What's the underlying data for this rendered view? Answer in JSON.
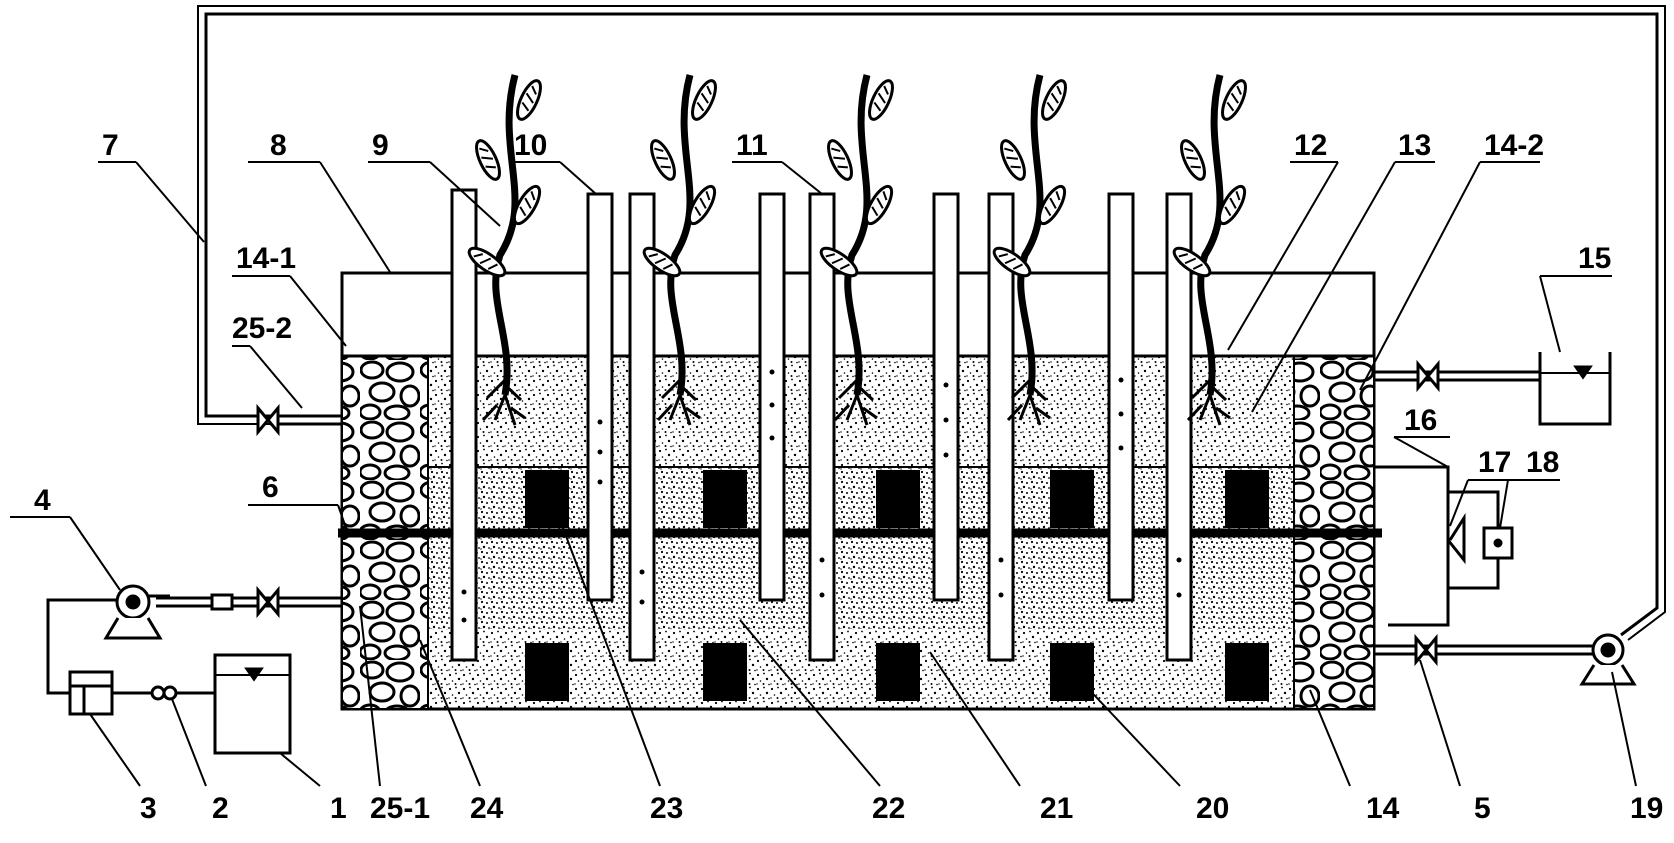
{
  "labels": {
    "n1": "1",
    "n2": "2",
    "n3": "3",
    "n4": "4",
    "n5": "5",
    "n6": "6",
    "n7": "7",
    "n8": "8",
    "n9": "9",
    "n10": "10",
    "n11": "11",
    "n12": "12",
    "n13": "13",
    "n14": "14",
    "n14_1": "14-1",
    "n14_2": "14-2",
    "n15": "15",
    "n16": "16",
    "n17": "17",
    "n18": "18",
    "n19": "19",
    "n20": "20",
    "n21": "21",
    "n22": "22",
    "n23": "23",
    "n24": "24",
    "n25_1": "25-1",
    "n25_2": "25-2"
  },
  "colors": {
    "line": "#000000",
    "background": "#ffffff"
  }
}
